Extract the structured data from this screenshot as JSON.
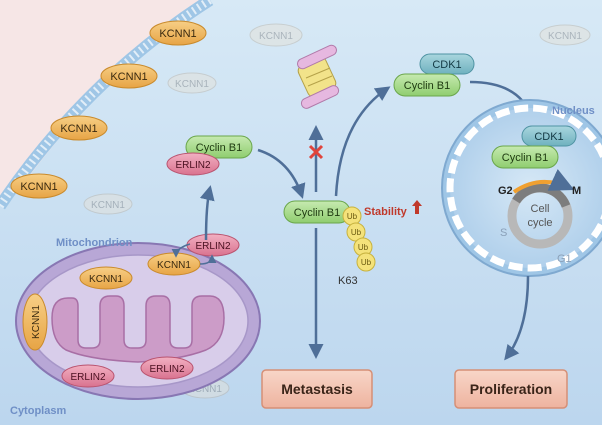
{
  "labels": {
    "mitochondrion": "Mitochondrion",
    "cytoplasm": "Cytoplasm",
    "nucleus": "Nucleus",
    "stability": "Stability",
    "k63": "K63",
    "metastasis": "Metastasis",
    "proliferation": "Proliferation",
    "cell_cycle_line1": "Cell",
    "cell_cycle_line2": "cycle",
    "g2": "G2",
    "m": "M",
    "s": "S",
    "g1": "G1",
    "ub": "Ub"
  },
  "proteins": {
    "kcnn1": "KCNN1",
    "erlin2": "ERLIN2",
    "cyclin_b1": "Cyclin B1",
    "cdk1": "CDK1"
  },
  "colors": {
    "background": "#cfe3f3",
    "extracellular": "#f6e6e6",
    "membrane": "#9fc6e6",
    "kcnn1": "#f1b45b",
    "erlin2": "#e48fa6",
    "cyclin_b1": "#a7d98a",
    "cdk1": "#86c0cc",
    "ubiquitin": "#f4e27a",
    "mito_outer": "#b8a7d6",
    "mito_inner": "#cc9cc8",
    "arrow": "#4f6f98",
    "inhibit_cross": "#e0443b",
    "stability_text": "#c0392b",
    "outcome_box": "#f2c2b0"
  }
}
